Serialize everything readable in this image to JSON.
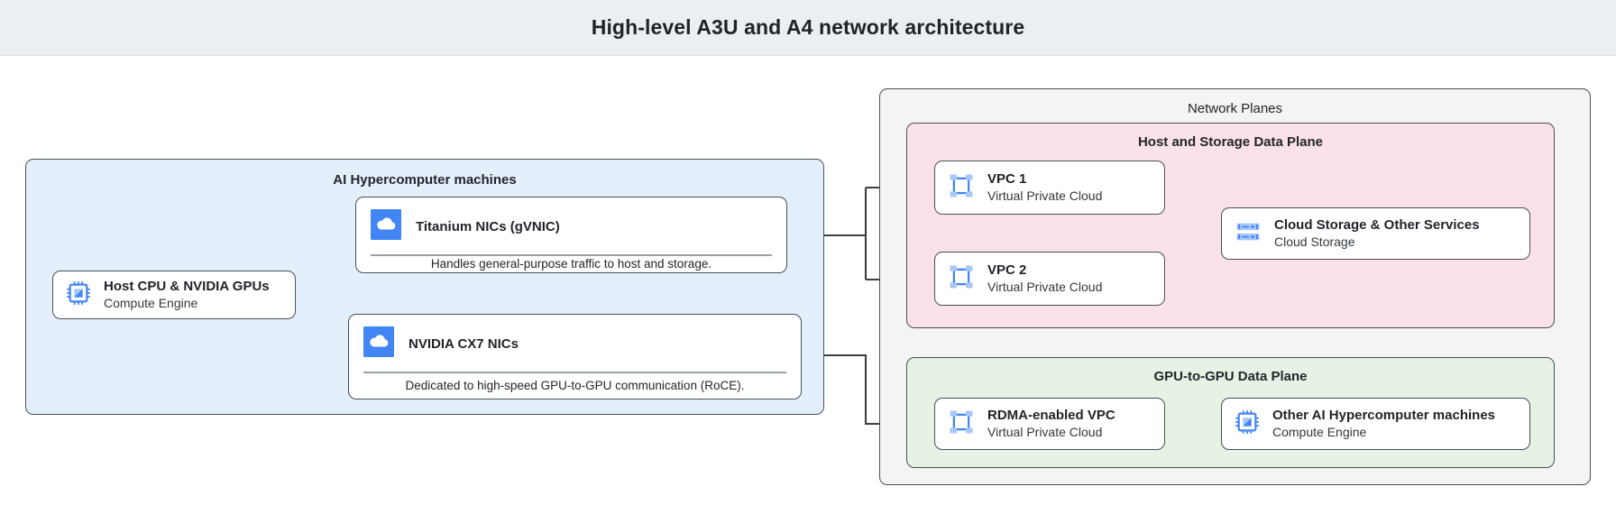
{
  "header": {
    "title": "High-level A3U and A4 network architecture"
  },
  "machines": {
    "title": "AI Hypercomputer machines",
    "host": {
      "title": "Host CPU & NVIDIA GPUs",
      "subtitle": "Compute Engine",
      "icon": "cpu-chip-icon"
    },
    "titanium_nic": {
      "title": "Titanium NICs (gVNIC)",
      "note": "Handles general-purpose traffic to host and storage.",
      "icon": "cloud-icon"
    },
    "cx7_nic": {
      "title": "NVIDIA CX7 NICs",
      "note": "Dedicated to high-speed GPU-to-GPU communication (RoCE).",
      "icon": "cloud-icon"
    }
  },
  "planes": {
    "title": "Network Planes",
    "host_storage": {
      "title": "Host and Storage Data Plane",
      "vpc1": {
        "title": "VPC 1",
        "subtitle": "Virtual Private Cloud",
        "icon": "vpc-icon"
      },
      "vpc2": {
        "title": "VPC 2",
        "subtitle": "Virtual Private Cloud",
        "icon": "vpc-icon"
      },
      "storage": {
        "title": "Cloud Storage & Other Services",
        "subtitle": "Cloud Storage",
        "icon": "storage-rack-icon"
      }
    },
    "gpu_plane": {
      "title": "GPU-to-GPU Data Plane",
      "rdma_vpc": {
        "title": "RDMA-enabled VPC",
        "subtitle": "Virtual Private Cloud",
        "icon": "vpc-icon"
      },
      "other_machines": {
        "title": "Other AI Hypercomputer machines",
        "subtitle": "Compute Engine",
        "icon": "cpu-chip-icon"
      }
    }
  },
  "colors": {
    "header_bg": "#eceff1",
    "machines_bg": "#e3f0fb",
    "planes_bg": "#f4f4f4",
    "host_storage_bg": "#fbe2e9",
    "gpu_plane_bg": "#e6f2e4",
    "icon_blue": "#4285f4",
    "icon_blue_light": "#a7c7f8",
    "border": "#4a4f55",
    "connector": "#3c4043"
  }
}
